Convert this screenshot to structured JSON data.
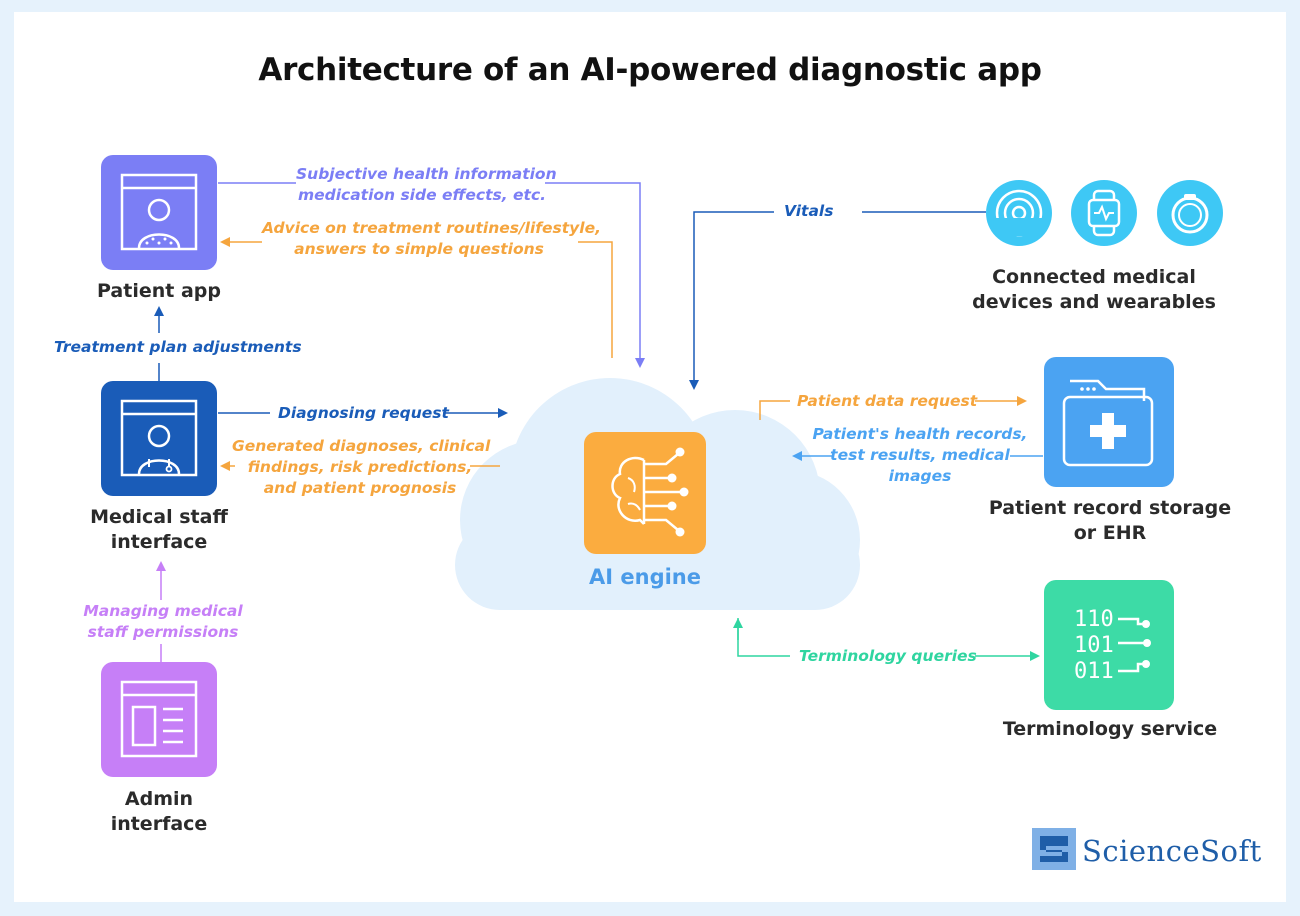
{
  "title": "Architecture of an AI-powered diagnostic app",
  "nodes": {
    "patient_app": "Patient app",
    "medical_staff": [
      "Medical staff",
      "interface"
    ],
    "admin": [
      "Admin",
      "interface"
    ],
    "ai_engine": "AI engine",
    "devices": [
      "Connected medical",
      "devices and wearables"
    ],
    "ehr": [
      "Patient record storage",
      "or EHR"
    ],
    "terminology": "Terminology service"
  },
  "flows": {
    "subjective_info": [
      "Subjective health information",
      "medication side effects, etc."
    ],
    "advice": [
      "Advice on treatment routines/lifestyle,",
      "answers to simple questions"
    ],
    "treatment_plan": "Treatment plan adjustments",
    "diagnosing_request": "Diagnosing request",
    "generated_diagnoses": [
      "Generated diagnoses, clinical",
      "findings, risk predictions,",
      "and patient prognosis"
    ],
    "managing_permissions": [
      "Managing medical",
      "staff  permissions"
    ],
    "vitals": "Vitals",
    "patient_data_request": "Patient data request",
    "health_records": [
      "Patient's health records,",
      "test results, medical",
      "images"
    ],
    "terminology_queries": "Terminology queries"
  },
  "logo": {
    "text": "ScienceSoft"
  },
  "colors": {
    "patient_app": "#7b7ef5",
    "medical_staff": "#1a5cb8",
    "admin": "#c67ff7",
    "ai_engine_box": "#fbac3f",
    "ai_engine_text": "#4b9be8",
    "cloud": "#e2f0fc",
    "devices": "#3ec8f5",
    "ehr": "#4ba3f2",
    "terminology": "#3ddba6",
    "orange_flow": "#f5a53e",
    "blue_flow": "#1a5cb8",
    "purple_flow": "#7b7ef5",
    "admin_flow": "#c67ff7",
    "light_blue_flow": "#4ba3f2",
    "green_flow": "#2fd5a0"
  }
}
